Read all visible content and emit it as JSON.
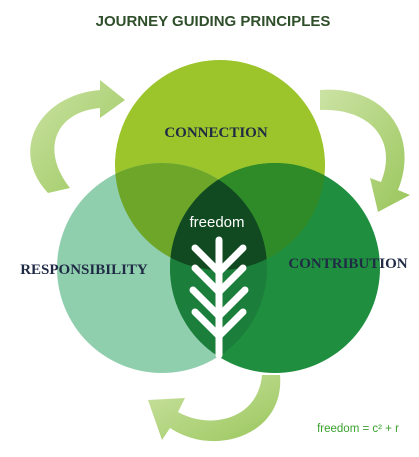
{
  "title": "JOURNEY GUIDING PRINCIPLES",
  "circles": {
    "top": {
      "label": "CONNECTION",
      "color": "#9cc42b"
    },
    "left": {
      "label": "RESPONSIBILITY",
      "color": "#8fcfae"
    },
    "right": {
      "label": "CONTRIBUTION",
      "color": "#1f8f3f"
    }
  },
  "center": {
    "label": "freedom",
    "color": "#114a21"
  },
  "formula": "freedom = c² + r",
  "arrow_color": "#9cc85a",
  "icon": "tree-icon"
}
